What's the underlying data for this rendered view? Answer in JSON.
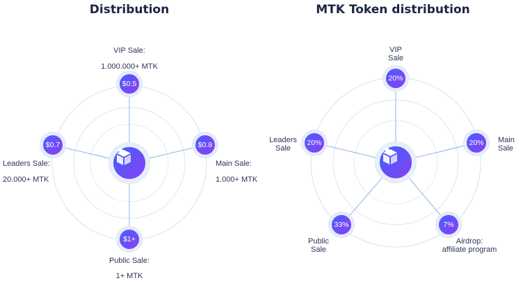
{
  "titles": {
    "left": "Distribution",
    "right": "MTK Token distribution"
  },
  "distribution": {
    "nodes": {
      "vip": "$0.5",
      "main": "$0.8",
      "public": "$1+",
      "leaders": "$0.7"
    },
    "labels": {
      "vip": [
        "VIP Sale:",
        "1.000.000+ MTK"
      ],
      "main": [
        "Main Sale:",
        "1.000+ MTK"
      ],
      "public": [
        "Public Sale:",
        "1+ MTK"
      ],
      "leaders": [
        "Leaders Sale:",
        "20.000+ MTK"
      ]
    }
  },
  "token_distribution": {
    "nodes": {
      "vip": "20%",
      "main": "20%",
      "airdrop": "7%",
      "public": "33%",
      "leaders": "20%"
    },
    "labels": {
      "vip": [
        "VIP",
        "Sale"
      ],
      "main": [
        "Main",
        "Sale"
      ],
      "airdrop": [
        "Airdrop:",
        "affiliate program"
      ],
      "public": [
        "Public",
        "Sale"
      ],
      "leaders": [
        "Leaders",
        "Sale"
      ]
    }
  },
  "icons": {
    "hub": "mtk-cube-logo-icon"
  },
  "colors": {
    "title": "#1c2543",
    "node_gradient_start": "#4b5dff",
    "node_gradient_end": "#8b3ff0",
    "connector": "#8fb1e8",
    "ring": "#d4e1f6"
  }
}
